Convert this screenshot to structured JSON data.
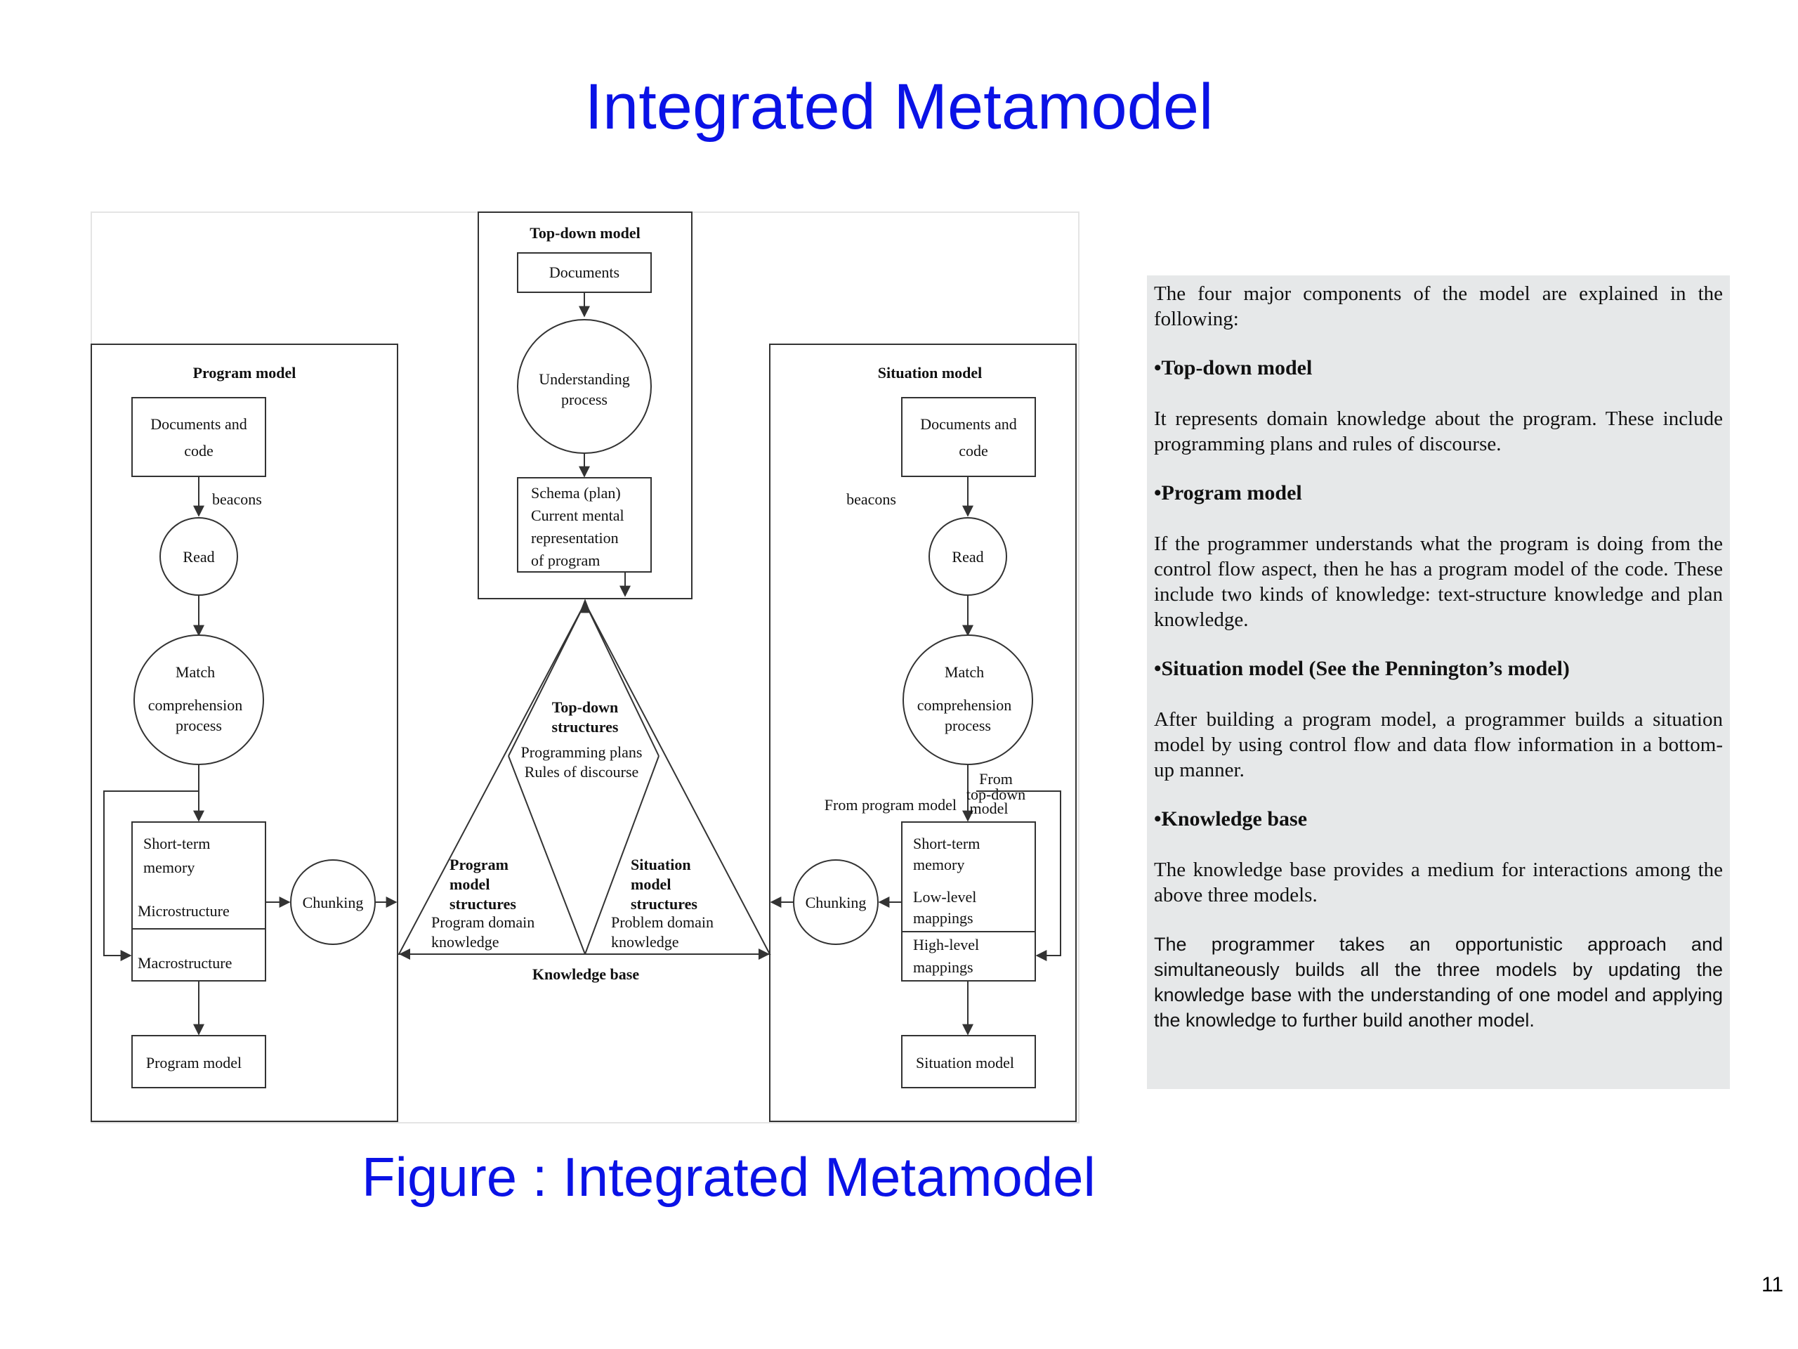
{
  "slide_title": "Integrated Metamodel",
  "figure_caption": "Figure : Integrated Metamodel",
  "page_number": "11",
  "diagram": {
    "top_down": {
      "title": "Top-down model",
      "documents": "Documents",
      "process_line1": "Understanding",
      "process_line2": "process",
      "schema_line1": "Schema (plan)",
      "schema_line2": "Current mental",
      "schema_line3": "representation",
      "schema_line4": "of program"
    },
    "program_model": {
      "title": "Program model",
      "docs_line1": "Documents and",
      "docs_line2": "code",
      "beacons": "beacons",
      "read": "Read",
      "match_line1": "Match",
      "match_line2": "comprehension",
      "match_line3": "process",
      "stm_line1": "Short-term",
      "stm_line2": "memory",
      "microstructure": "Microstructure",
      "macrostructure": "Macrostructure",
      "chunking": "Chunking",
      "output": "Program model"
    },
    "situation_model": {
      "title": "Situation model",
      "docs_line1": "Documents and",
      "docs_line2": "code",
      "beacons": "beacons",
      "read": "Read",
      "match_line1": "Match",
      "match_line2": "comprehension",
      "match_line3": "process",
      "from_top_line1": "From",
      "from_top_line2": "top-down",
      "from_top_line3": "model",
      "from_program": "From program model",
      "stm_line1": "Short-term",
      "stm_line2": "memory",
      "low_line1": "Low-level",
      "low_line2": "mappings",
      "high_line1": "High-level",
      "high_line2": "mappings",
      "chunking": "Chunking",
      "output": "Situation model"
    },
    "knowledge_base": {
      "label": "Knowledge base",
      "top_line1": "Top-down",
      "top_line2": "structures",
      "top_line3": "Programming plans",
      "top_line4": "Rules of discourse",
      "prog_line1": "Program",
      "prog_line2": "model",
      "prog_line3": "structures",
      "prog_line4": "Program domain",
      "prog_line5": "knowledge",
      "sit_line1": "Situation",
      "sit_line2": "model",
      "sit_line3": "structures",
      "sit_line4": "Problem domain",
      "sit_line5": "knowledge"
    }
  },
  "text_panel": {
    "intro": "The four major components of the model are explained in the following:",
    "h_top_down": "•Top-down model",
    "p_top_down": "It represents domain knowledge about the program. These include programming plans and rules of discourse.",
    "h_program": "•Program model",
    "p_program": "If the programmer understands what the program is doing from the control flow aspect, then he has a program model of the code. These include two kinds of knowledge: text-structure knowledge and plan knowledge.",
    "h_situation": "•Situation model (See the Pennington’s model)",
    "p_situation": "After building a program model, a programmer builds a situation model by using control flow and data flow information in a bottom-up manner.",
    "h_knowledge": "•Knowledge base",
    "p_knowledge": "The knowledge base provides a medium for interactions among the above three models.",
    "p_closing": "The programmer takes an opportunistic approach and simultaneously builds all the three models by updating the knowledge base with the understanding of one model and applying the knowledge to further build another model."
  }
}
